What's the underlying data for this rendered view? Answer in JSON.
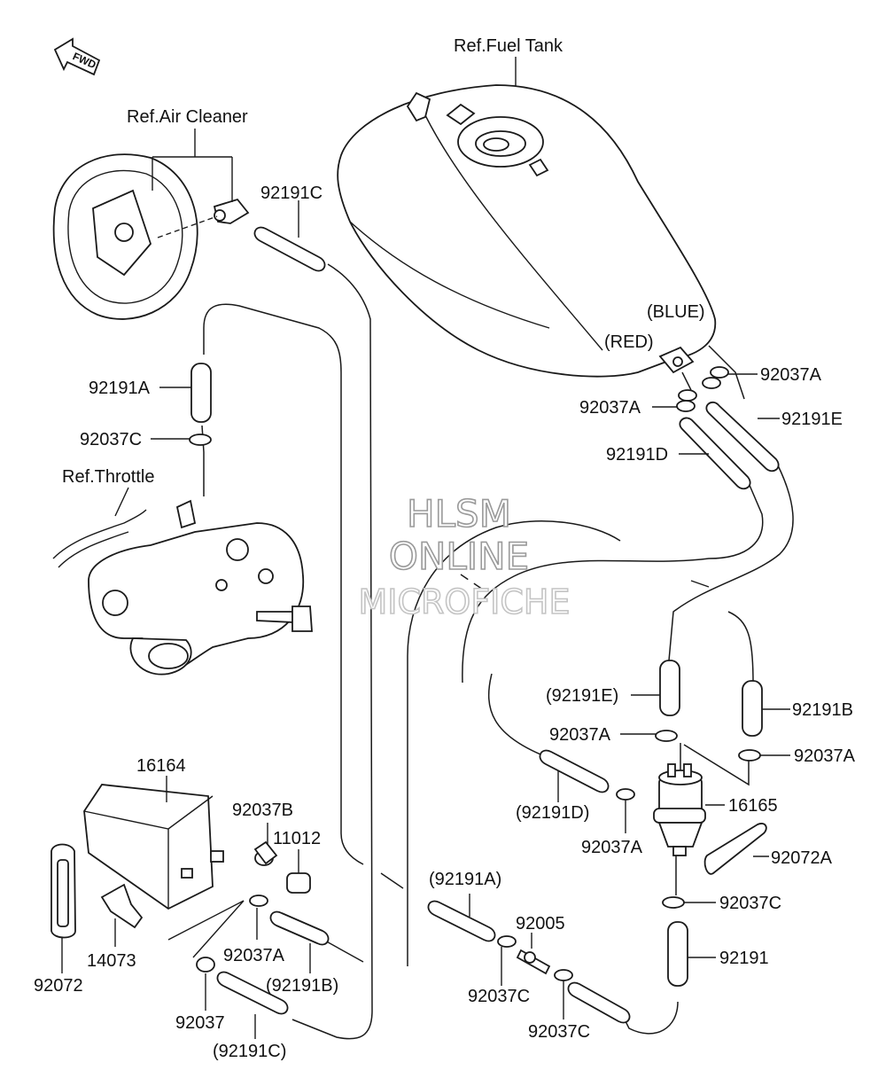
{
  "diagram": {
    "references": {
      "fuel_tank": "Ref.Fuel Tank",
      "air_cleaner": "Ref.Air Cleaner",
      "throttle": "Ref.Throttle"
    },
    "direction": "FWD",
    "hose_colors": {
      "blue": "(BLUE)",
      "red": "(RED)"
    },
    "watermark": {
      "line1": "HLSM",
      "line2": "ONLINE",
      "line3": "MICROFICHE"
    },
    "parts": {
      "p92191C_top": "92191C",
      "p92191A_left": "92191A",
      "p92037C_left": "92037C",
      "p92037A_tank_right": "92037A",
      "p92037A_tank_left": "92037A",
      "p92191E": "92191E",
      "p92191D": "92191D",
      "p92191E_ref": "(92191E)",
      "p92191B": "92191B",
      "p92037A_mid": "92037A",
      "p92037A_right": "92037A",
      "p92191D_ref": "(92191D)",
      "p16165": "16165",
      "p92037A_filter": "92037A",
      "p92072A": "92072A",
      "p92037C_filter": "92037C",
      "p92191": "92191",
      "p16164": "16164",
      "p92037B": "92037B",
      "p11012": "11012",
      "p92072": "92072",
      "p14073": "14073",
      "p92037A_canister": "92037A",
      "p92191B_ref": "(92191B)",
      "p92037": "92037",
      "p92191C_ref": "(92191C)",
      "p92191A_ref": "(92191A)",
      "p92005": "92005",
      "p92037C_lower": "92037C",
      "p92037C_joint": "92037C"
    }
  }
}
